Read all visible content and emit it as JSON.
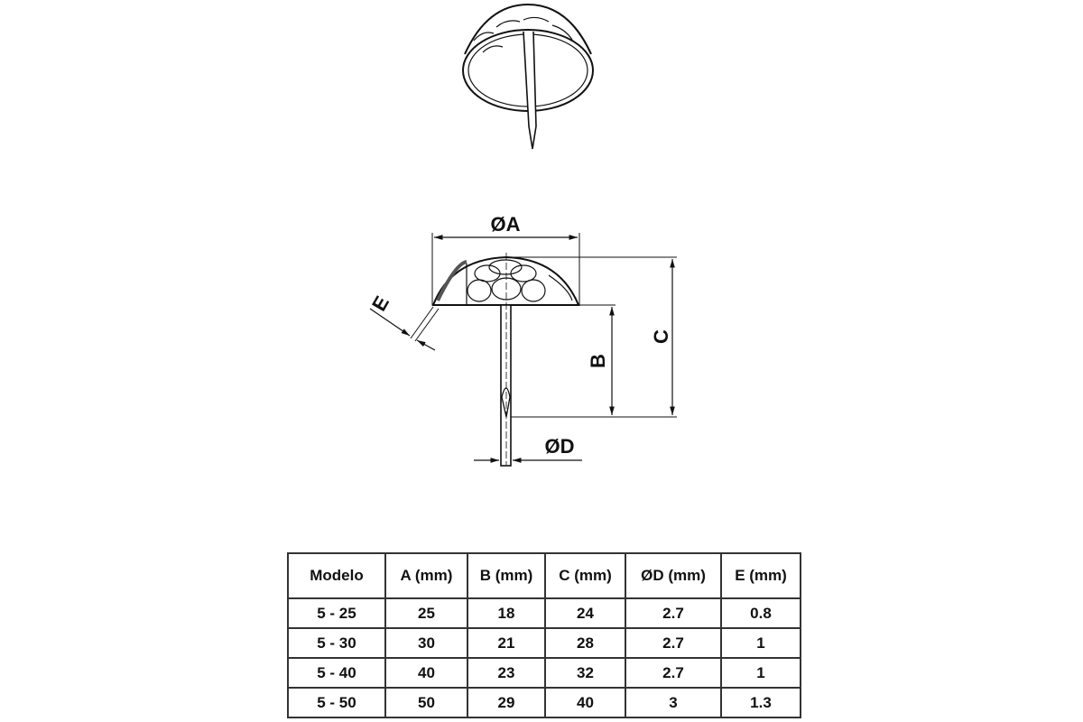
{
  "diagram": {
    "labels": {
      "A": "ØA",
      "B": "B",
      "C": "C",
      "D": "ØD",
      "E": "E"
    }
  },
  "table": {
    "headers": [
      "Modelo",
      "A (mm)",
      "B (mm)",
      "C (mm)",
      "ØD (mm)",
      "E (mm)"
    ],
    "rows": [
      [
        "5 - 25",
        "25",
        "18",
        "24",
        "2.7",
        "0.8"
      ],
      [
        "5 - 30",
        "30",
        "21",
        "28",
        "2.7",
        "1"
      ],
      [
        "5 - 40",
        "40",
        "23",
        "32",
        "2.7",
        "1"
      ],
      [
        "5 - 50",
        "50",
        "29",
        "40",
        "3",
        "1.3"
      ]
    ]
  }
}
